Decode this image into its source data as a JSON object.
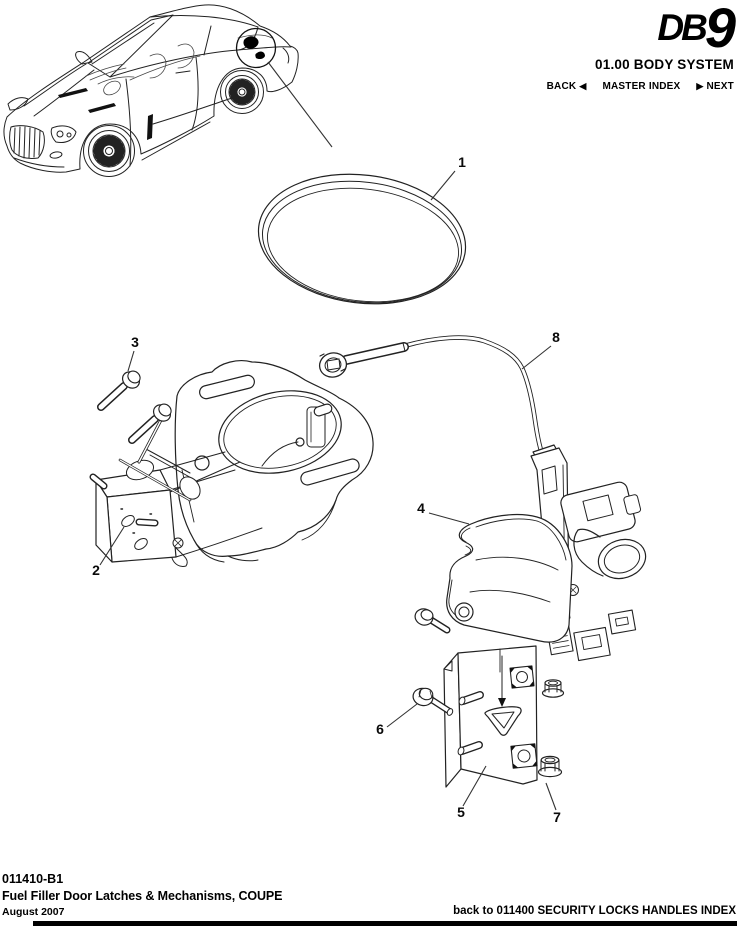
{
  "header": {
    "logo_db": "DB",
    "logo_9": "9",
    "system_title": "01.00 BODY SYSTEM",
    "nav": {
      "back_label": "BACK",
      "back_arrow": "◀",
      "master_index_label": "MASTER INDEX",
      "next_arrow": "▶",
      "next_label": "NEXT"
    }
  },
  "diagram": {
    "callouts": [
      {
        "number": "1"
      },
      {
        "number": "2"
      },
      {
        "number": "3"
      },
      {
        "number": "4"
      },
      {
        "number": "5"
      },
      {
        "number": "6"
      },
      {
        "number": "7"
      },
      {
        "number": "8"
      }
    ]
  },
  "footer": {
    "document_number": "011410-B1",
    "document_title": "Fuel Filler Door Latches & Mechanisms, COUPE",
    "date": "August 2007",
    "back_link": "back to 011400 SECURITY LOCKS HANDLES INDEX"
  },
  "colors": {
    "ink": "#000000",
    "line": "#222222"
  }
}
